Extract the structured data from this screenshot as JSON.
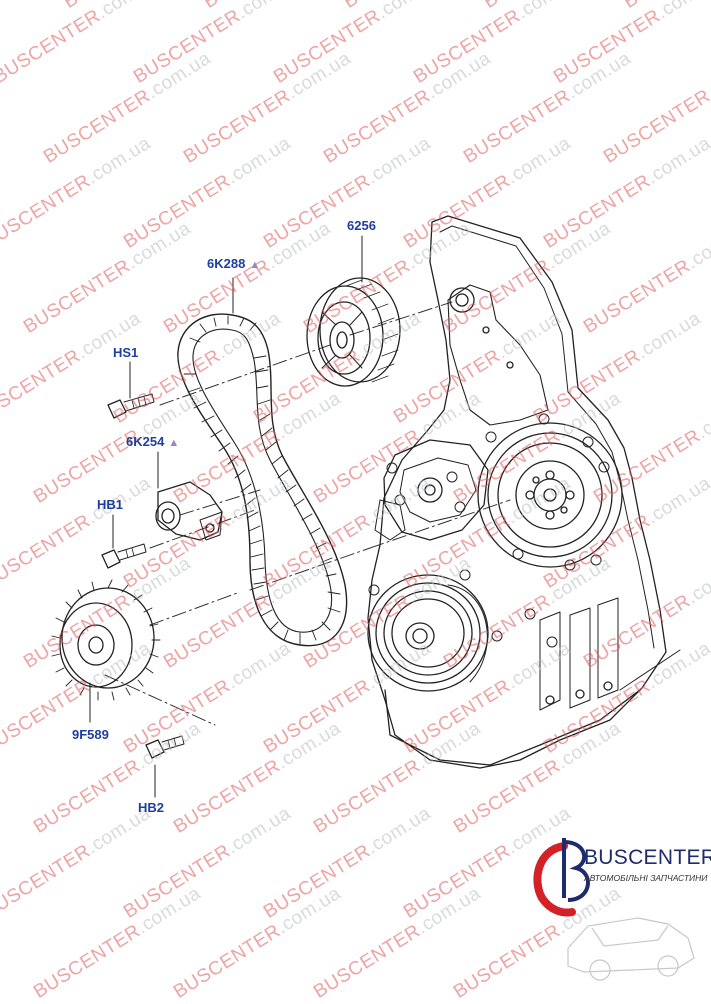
{
  "callouts": {
    "p6k288": "6K288",
    "p6256": "6256",
    "hs1": "HS1",
    "p6k254": "6K254",
    "hb1": "HB1",
    "p9f589": "9F589",
    "hb2": "HB2"
  },
  "revision_marker_icon": "triangle-icon",
  "watermark": {
    "text_a": "BUSCENTER",
    "text_b": ".com.ua"
  },
  "logo": {
    "title": "BUSCENTER",
    "subtitle": "АВТОМОБІЛЬНІ ЗАПЧАСТИНИ"
  },
  "colors": {
    "callout_text": "#1f3f9e",
    "marker": "#9b82c9",
    "watermark_red": "#e05a5a",
    "watermark_gray": "#b9bcc0",
    "logo_red": "#d42027",
    "logo_navy": "#1e2c6e"
  }
}
